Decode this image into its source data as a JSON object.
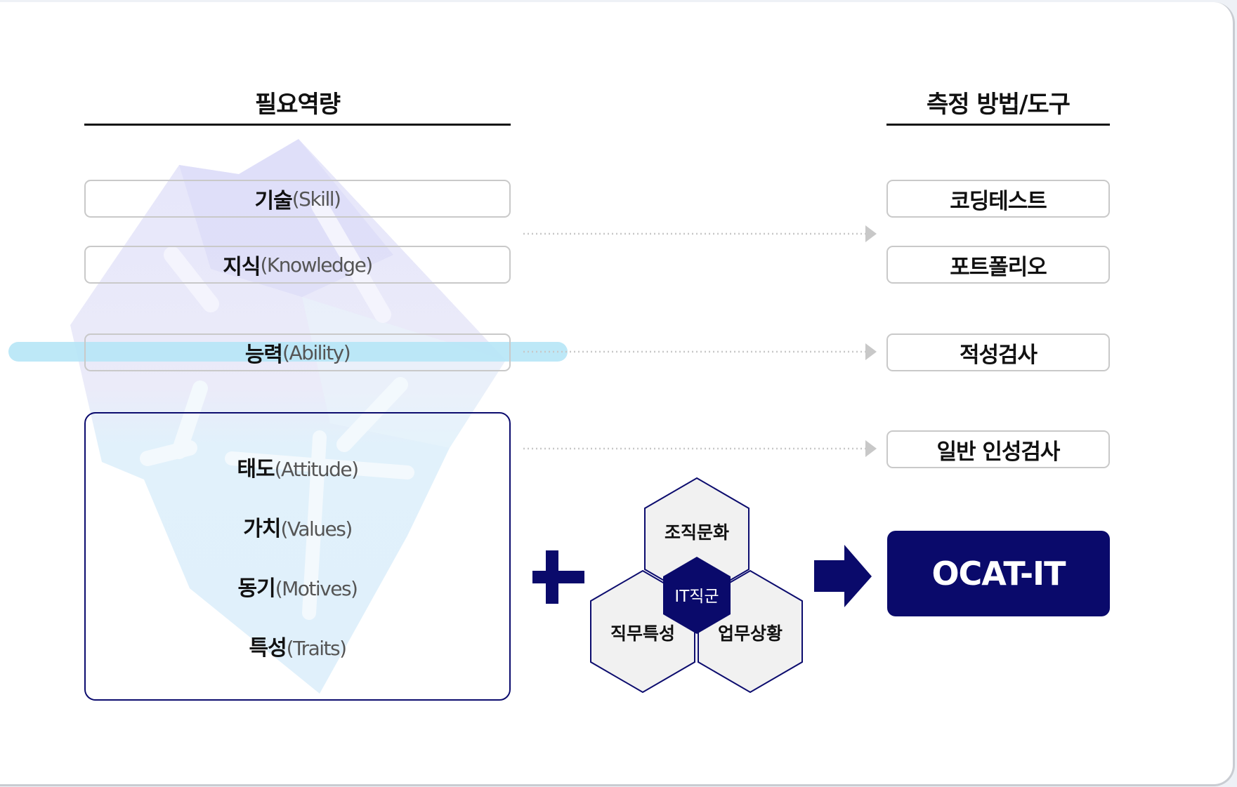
{
  "headers": {
    "competency": "필요역량",
    "method": "측정 방법/도구"
  },
  "competencies": [
    {
      "ko": "기술",
      "en": "(Skill)"
    },
    {
      "ko": "지식",
      "en": "(Knowledge)"
    },
    {
      "ko": "능력",
      "en": "(Ability)"
    }
  ],
  "traits": [
    {
      "ko": "태도",
      "en": "(Attitude)"
    },
    {
      "ko": "가치",
      "en": "(Values)"
    },
    {
      "ko": "동기",
      "en": "(Motives)"
    },
    {
      "ko": "특성",
      "en": "(Traits)"
    }
  ],
  "tools": [
    "코딩테스트",
    "포트폴리오",
    "적성검사",
    "일반 인성검사"
  ],
  "hexagons": {
    "center": "IT직군",
    "top": "조직문화",
    "left": "직무특성",
    "right": "업무상황"
  },
  "result": "OCAT-IT",
  "colors": {
    "navy": "#0a0a6b",
    "iceberg_top": "#e9e9fb",
    "iceberg_bottom": "#dff0fb",
    "waterline": "#b6e6f6",
    "hex_fill": "#f1f1f1"
  }
}
